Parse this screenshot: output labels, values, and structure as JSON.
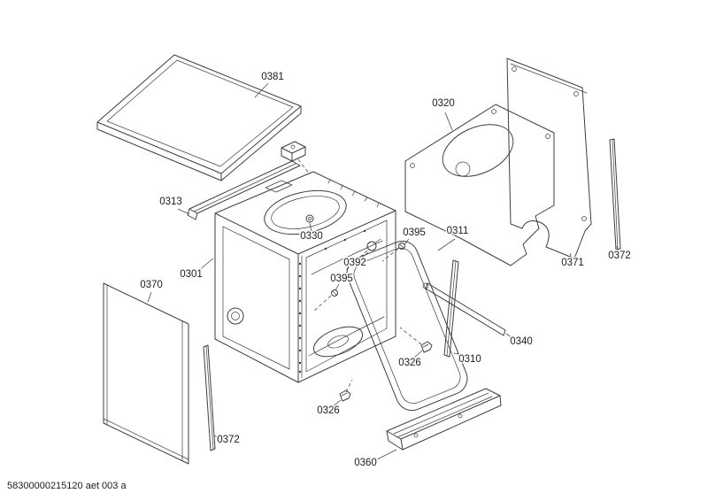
{
  "page": {
    "background": "#ffffff",
    "doc_id": "58300000215120 aet 003 a"
  },
  "diagram": {
    "stroke_color": "#3d3d3d",
    "label_color": "#1c1c1c",
    "labels": [
      {
        "part": "0381"
      },
      {
        "part": "0313"
      },
      {
        "part": "0330"
      },
      {
        "part": "0392"
      },
      {
        "part": "0395"
      },
      {
        "part": "0311"
      },
      {
        "part": "0320"
      },
      {
        "part": "0371"
      },
      {
        "part": "0372"
      },
      {
        "part": "0395"
      },
      {
        "part": "0301"
      },
      {
        "part": "0370"
      },
      {
        "part": "0340"
      },
      {
        "part": "0326"
      },
      {
        "part": "0310"
      },
      {
        "part": "0326"
      },
      {
        "part": "0372"
      },
      {
        "part": "0360"
      }
    ]
  }
}
